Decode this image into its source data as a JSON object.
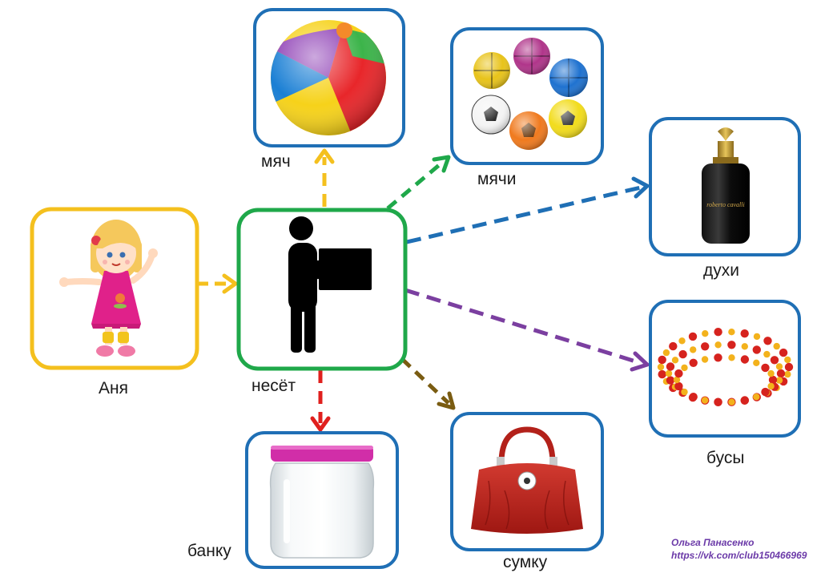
{
  "labels": {
    "anya": "Аня",
    "carries": "несёт",
    "ball": "мяч",
    "balls": "мячи",
    "perfume": "духи",
    "beads": "бусы",
    "jar": "банку",
    "bag": "сумку"
  },
  "perfume_brand": "roberto cavalli",
  "credit": {
    "author": "Ольга Панасенко",
    "url": "https://vk.com/club150466969"
  },
  "colors": {
    "anya_frame": "#f4c01e",
    "verb_frame": "#1fa84a",
    "object_frame": "#1f6fb5",
    "arrow_anya": "#f4c01e",
    "arrow_ball": "#f4c01e",
    "arrow_balls": "#1fa84a",
    "arrow_perfume": "#1f6fb5",
    "arrow_beads": "#7b3fa0",
    "arrow_bag": "#7a5c12",
    "arrow_jar": "#e0201e",
    "credit_text": "#6b3aa8"
  }
}
